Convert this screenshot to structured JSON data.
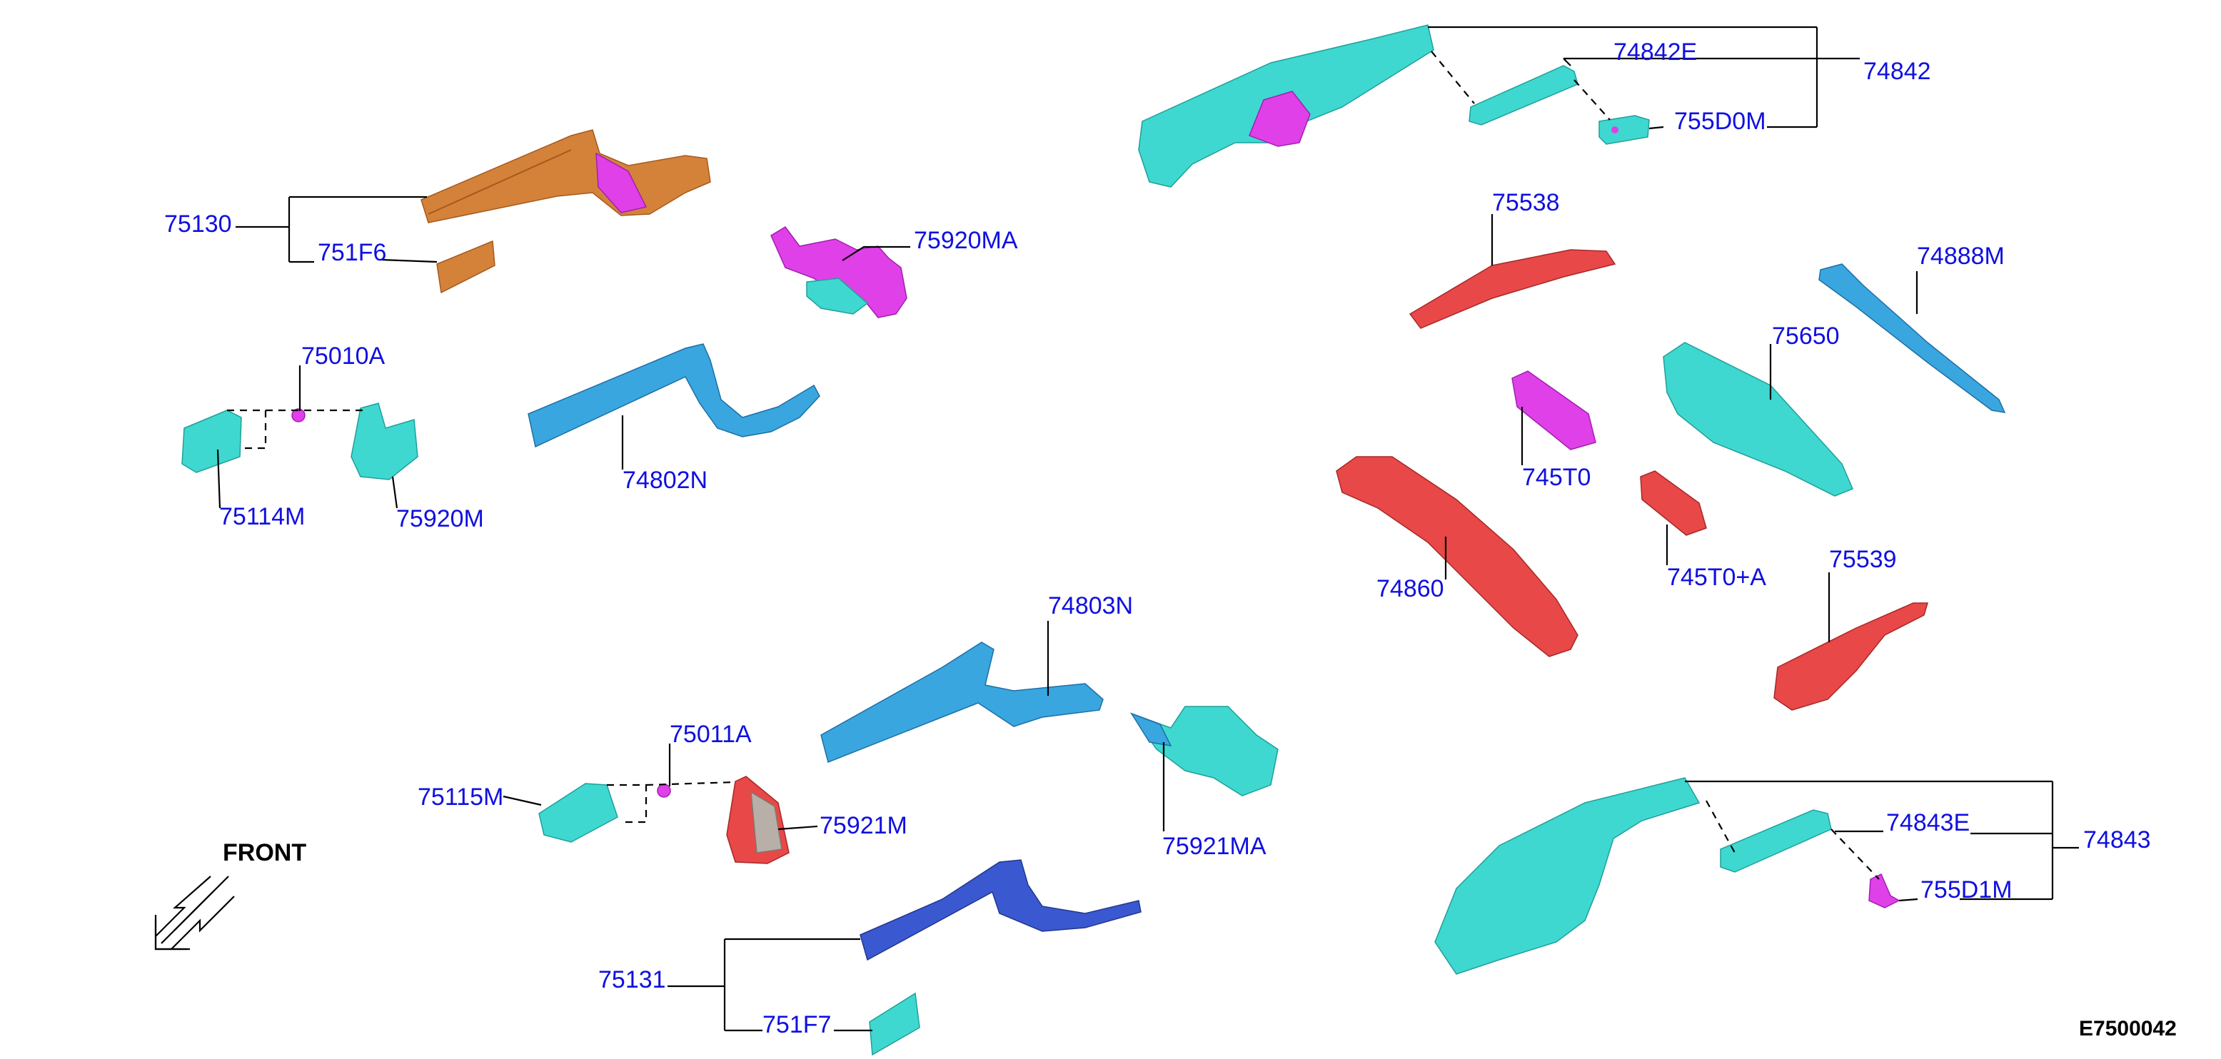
{
  "diagram": {
    "drawing_code": "E7500042",
    "front_label": "FRONT",
    "colors": {
      "label": "#1010e0",
      "orange": "#d4823a",
      "magenta": "#e040e8",
      "cyan": "#3fd8d0",
      "blue": "#3aa6e0",
      "red": "#e84848",
      "darkblue": "#3a58d0"
    },
    "labels": {
      "p75130": "75130",
      "p751F6": "751F6",
      "p75920MA": "75920MA",
      "p75010A": "75010A",
      "p75114M": "75114M",
      "p75920M": "75920M",
      "p74802N": "74802N",
      "p74842E": "74842E",
      "p74842": "74842",
      "p755D0M": "755D0M",
      "p75538": "75538",
      "p74888M": "74888M",
      "p75650": "75650",
      "p745T0": "745T0",
      "p74860": "74860",
      "p745T0A": "745T0+A",
      "p75539": "75539",
      "p74803N": "74803N",
      "p75011A": "75011A",
      "p75115M": "75115M",
      "p75921M": "75921M",
      "p75921MA": "75921MA",
      "p74843E": "74843E",
      "p74843": "74843",
      "p755D1M": "755D1M",
      "p75131": "75131",
      "p751F7": "751F7"
    }
  }
}
